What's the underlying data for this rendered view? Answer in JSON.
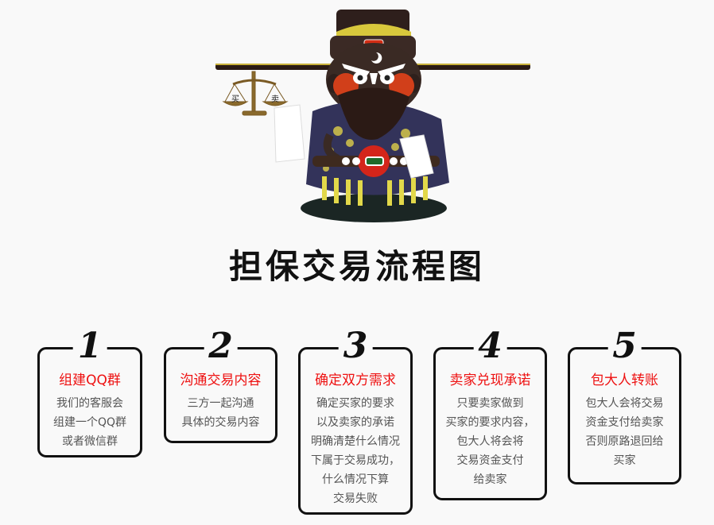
{
  "page": {
    "title": "担保交易流程图",
    "background": "#f9f9f9"
  },
  "illustration": {
    "subject": "Judge Bao cartoon character holding a balance scale",
    "scale_labels": [
      "买",
      "卖"
    ],
    "icon": "judge-character-illustration"
  },
  "colors": {
    "accent_red": "#ee1111",
    "text_gray": "#555555",
    "border_black": "#111111"
  },
  "steps": [
    {
      "number": "1",
      "title": "组建QQ群",
      "desc": [
        "我们的客服会",
        "组建一个QQ群",
        "或者微信群"
      ]
    },
    {
      "number": "2",
      "title": "沟通交易内容",
      "desc": [
        "三方一起沟通",
        "具体的交易内容"
      ]
    },
    {
      "number": "3",
      "title": "确定双方需求",
      "desc": [
        "确定买家的要求",
        "以及卖家的承诺",
        "明确清楚什么情况",
        "下属于交易成功，",
        "什么情况下算",
        "交易失败"
      ]
    },
    {
      "number": "4",
      "title": "卖家兑现承诺",
      "desc": [
        "只要卖家做到",
        "买家的要求内容，",
        "包大人将会将",
        "交易资金支付",
        "给卖家"
      ]
    },
    {
      "number": "5",
      "title": "包大人转账",
      "desc": [
        "包大人会将交易",
        "资金支付给卖家",
        "否则原路退回给",
        "买家"
      ]
    }
  ]
}
